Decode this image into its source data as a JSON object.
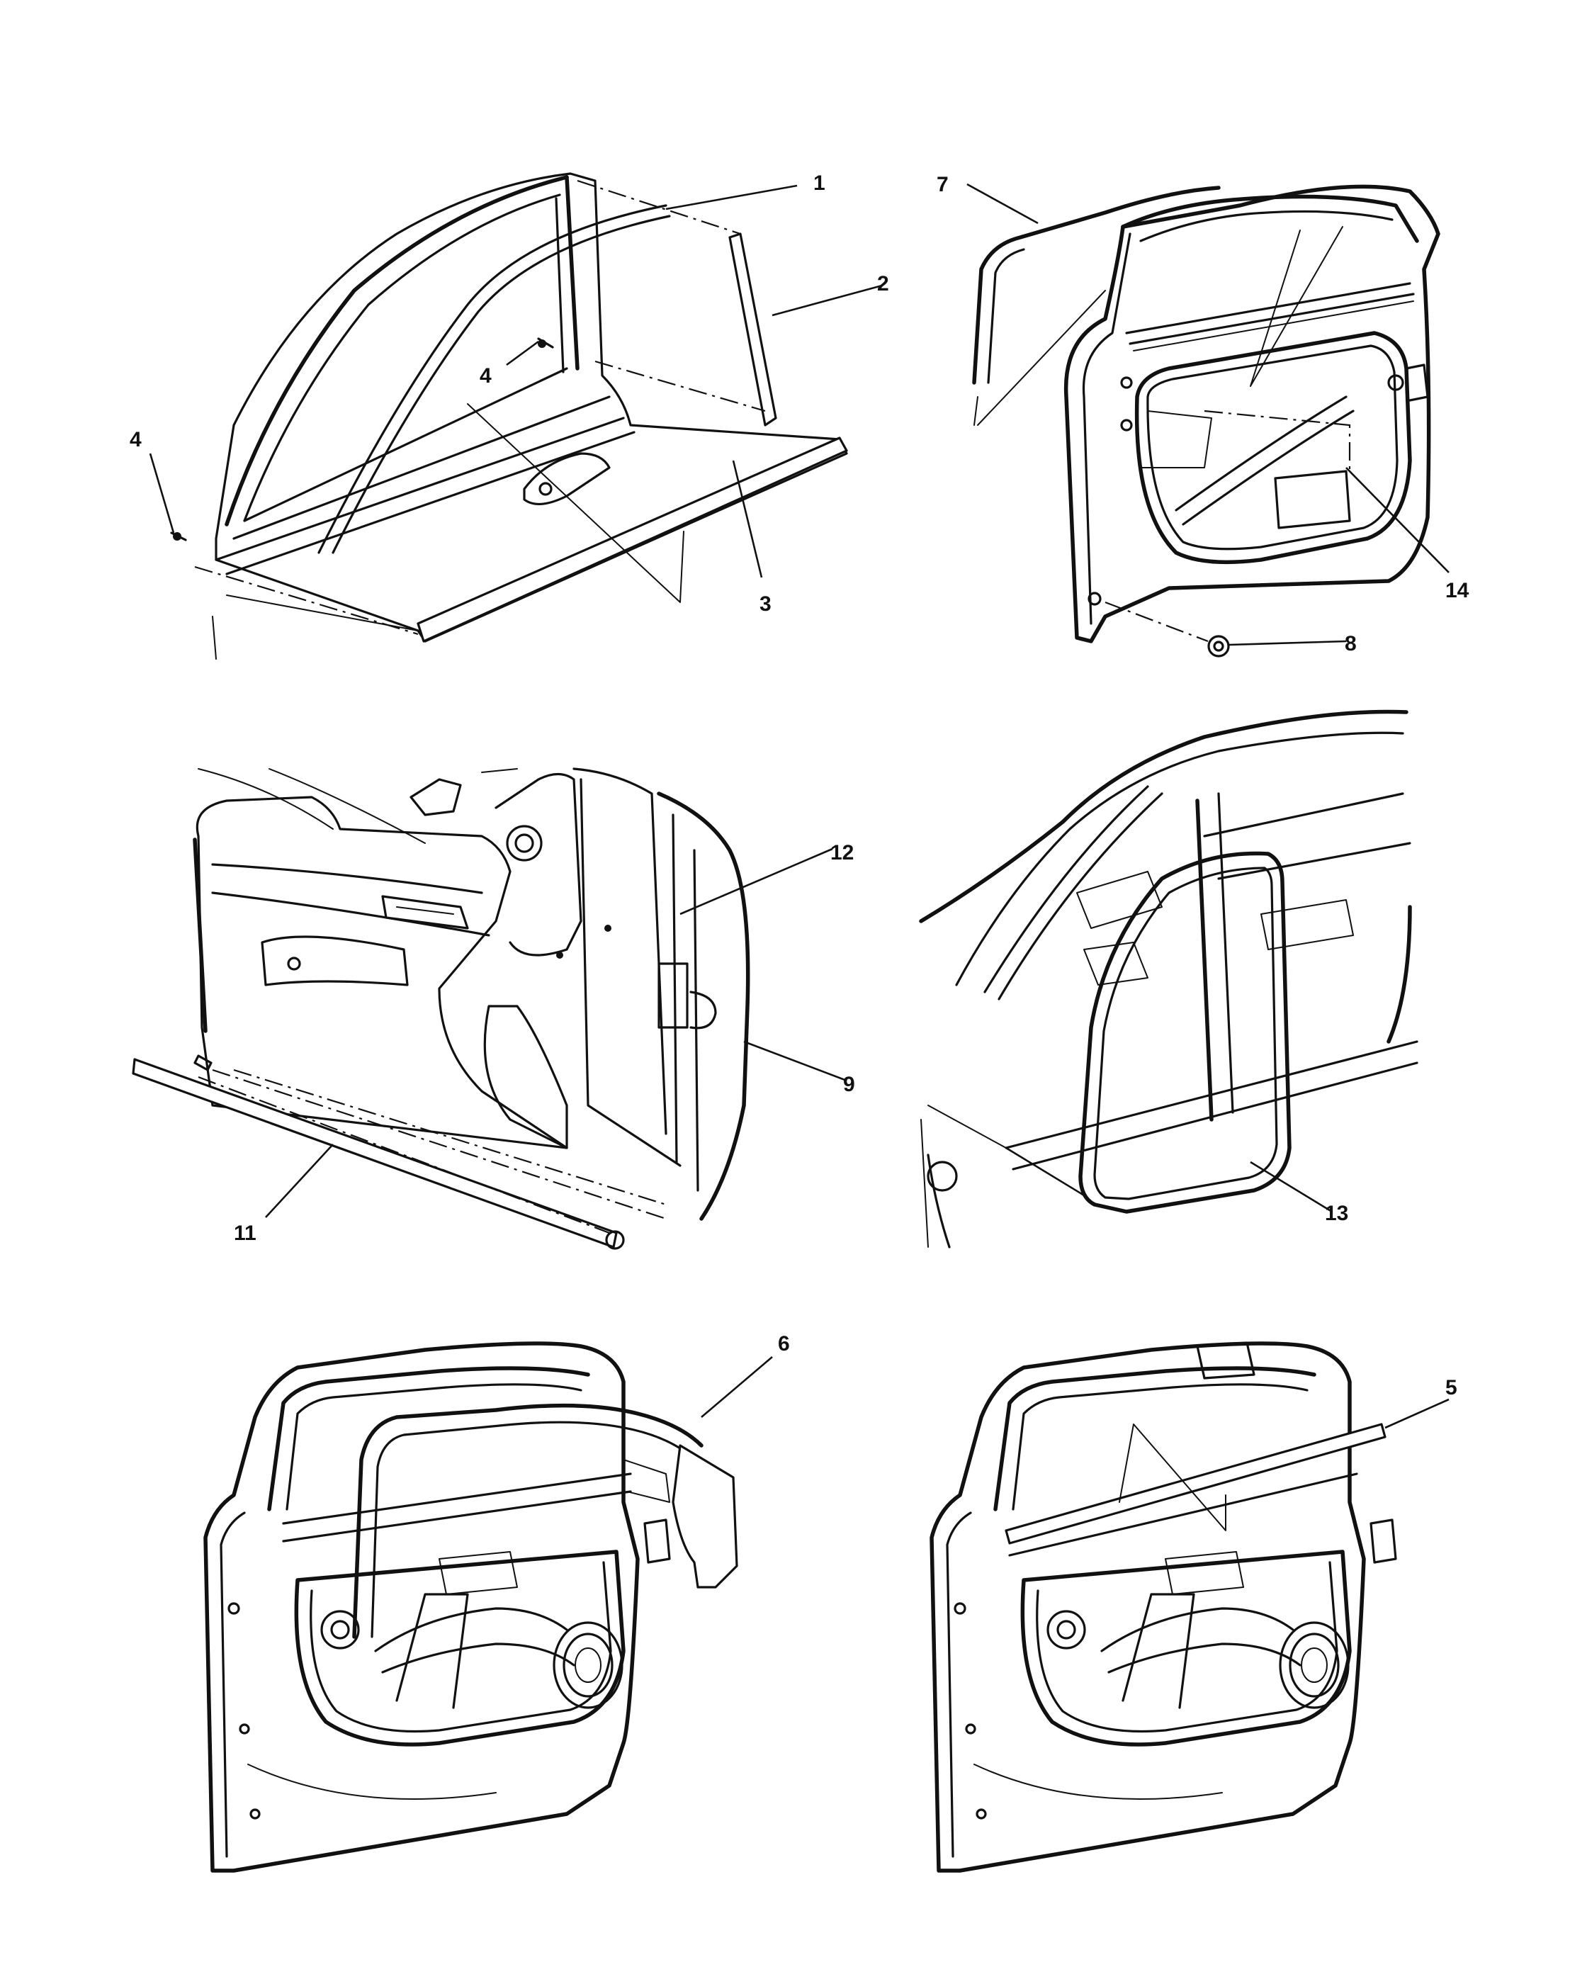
{
  "callouts": [
    {
      "id": "1",
      "text": "1"
    },
    {
      "id": "2",
      "text": "2"
    },
    {
      "id": "3",
      "text": "3"
    },
    {
      "id": "4a",
      "text": "4"
    },
    {
      "id": "4b",
      "text": "4"
    },
    {
      "id": "5",
      "text": "5"
    },
    {
      "id": "6",
      "text": "6"
    },
    {
      "id": "7",
      "text": "7"
    },
    {
      "id": "8",
      "text": "8"
    },
    {
      "id": "9",
      "text": "9"
    },
    {
      "id": "11",
      "text": "11"
    },
    {
      "id": "12",
      "text": "12"
    },
    {
      "id": "13",
      "text": "13"
    },
    {
      "id": "14",
      "text": "14"
    }
  ]
}
